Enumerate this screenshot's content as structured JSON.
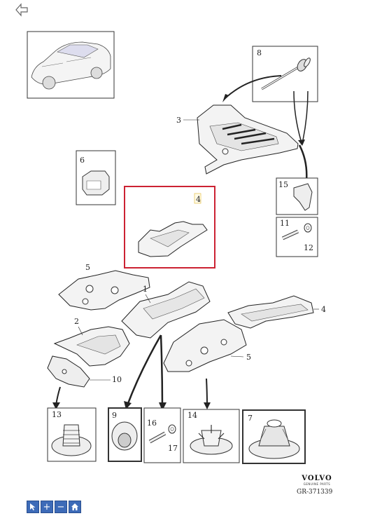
{
  "icons": {
    "back": "back-arrow-icon",
    "select": "cursor-icon",
    "zoom_in": "zoom-in-icon",
    "zoom_out": "zoom-out-icon",
    "home": "home-icon"
  },
  "zoom_controls": {
    "zoom_in_glyph": "+",
    "zoom_out_glyph": "−"
  },
  "callouts": {
    "n1": "1",
    "n2": "2",
    "n3": "3",
    "n4": "4",
    "n4b": "4",
    "n5": "5",
    "n5b": "5",
    "n6": "6",
    "n7": "7",
    "n8": "8",
    "n9": "9",
    "n10": "10",
    "n11": "11",
    "n12": "12",
    "n13": "13",
    "n14": "14",
    "n15": "15",
    "n16": "16",
    "n17": "17"
  },
  "brand": {
    "name": "VOLVO",
    "sub": "GENUINE PARTS"
  },
  "reference": "GR-371339",
  "colors": {
    "highlight": "#cc2233",
    "accent_blue": "#3d6bb8",
    "line": "#222222"
  }
}
